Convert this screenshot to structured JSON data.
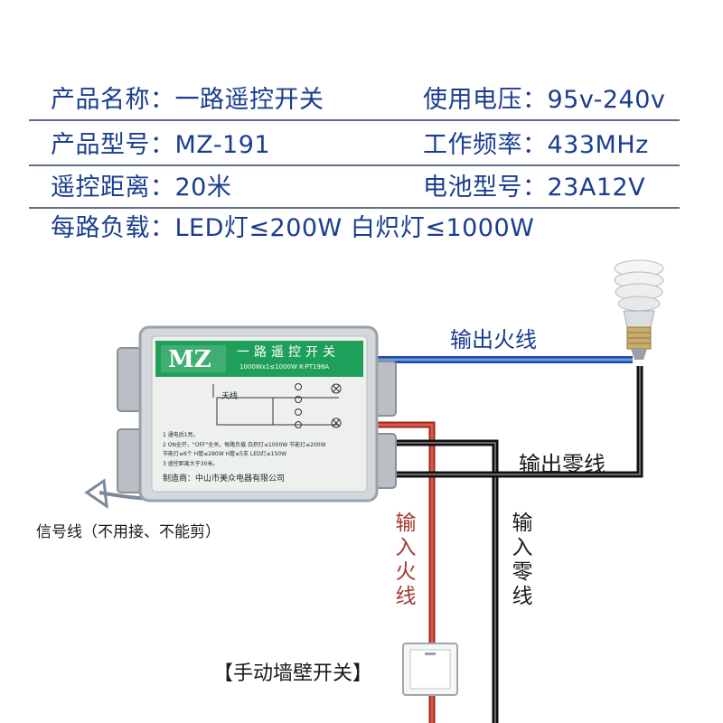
{
  "specs": {
    "row1": {
      "left": "产品名称：一路遥控开关",
      "right": "使用电压：95v-240v"
    },
    "row2": {
      "left": "产品型号：MZ-191",
      "right": "工作频率：433MHz"
    },
    "row3": {
      "left": "遥控距离：20米",
      "right": "电池型号：23A12V"
    },
    "row4": {
      "left": "每路负载：LED灯≤200W   白炽灯≤1000W"
    }
  },
  "wires": {
    "output_live": "输出火线",
    "output_neutral": "输出零线",
    "input_live": "输入火线",
    "input_neutral": "输入零线",
    "signal": "信号线（不用接、不能剪）",
    "wall_switch": "【手动墙壁开关】"
  },
  "device": {
    "logo": "MZ",
    "title": "一路遥控开关",
    "rating": "1000Wx1≤1000W  K-PT198A",
    "antenna": "天线",
    "notes": [
      "1   通电后1亮。",
      "2   ON全开，\"OFF\"全关。每路负载  白炽灯≤1000W  节能灯≤200W",
      "      节能灯≤6个  H管≤280W  H管≤5支   LED灯≤150W",
      "3   遥控距离大于30米。"
    ],
    "maker": "制造商：中山市美众电器有限公司"
  },
  "colors": {
    "text_blue": "#1a3d8f",
    "output_live_wire": "#2f63c4",
    "input_live_wire": "#c0392b",
    "input_live_text": "#a33a32",
    "neutral_wire": "#222222",
    "device_green": "#1fa05a"
  }
}
